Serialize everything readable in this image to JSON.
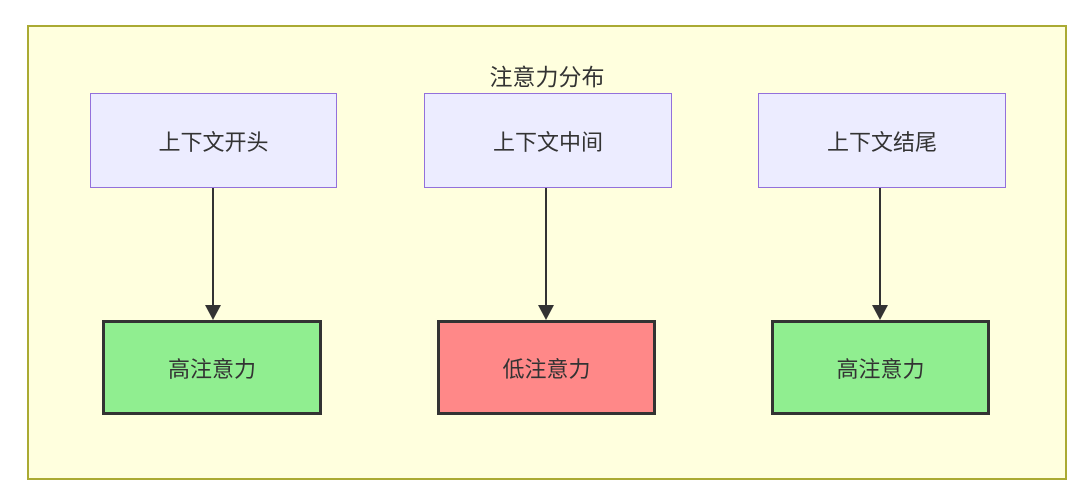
{
  "diagram": {
    "title": "注意力分布",
    "sources": [
      {
        "id": "context-start",
        "label": "上下文开头"
      },
      {
        "id": "context-middle",
        "label": "上下文中间"
      },
      {
        "id": "context-end",
        "label": "上下文结尾"
      }
    ],
    "results": [
      {
        "id": "high-attention-1",
        "label": "高注意力",
        "type": "high"
      },
      {
        "id": "low-attention",
        "label": "低注意力",
        "type": "low"
      },
      {
        "id": "high-attention-2",
        "label": "高注意力",
        "type": "high"
      }
    ],
    "edges": [
      {
        "from": "上下文开头",
        "to": "高注意力"
      },
      {
        "from": "上下文中间",
        "to": "低注意力"
      },
      {
        "from": "上下文结尾",
        "to": "高注意力"
      }
    ],
    "colors": {
      "frame_bg": "#ffffde",
      "frame_border": "#aaaa33",
      "source_fill": "#ececff",
      "source_border": "#9370db",
      "high_fill": "#90ee90",
      "low_fill": "#ff8888",
      "result_border": "#333333",
      "arrow": "#333333",
      "text": "#333333"
    }
  }
}
